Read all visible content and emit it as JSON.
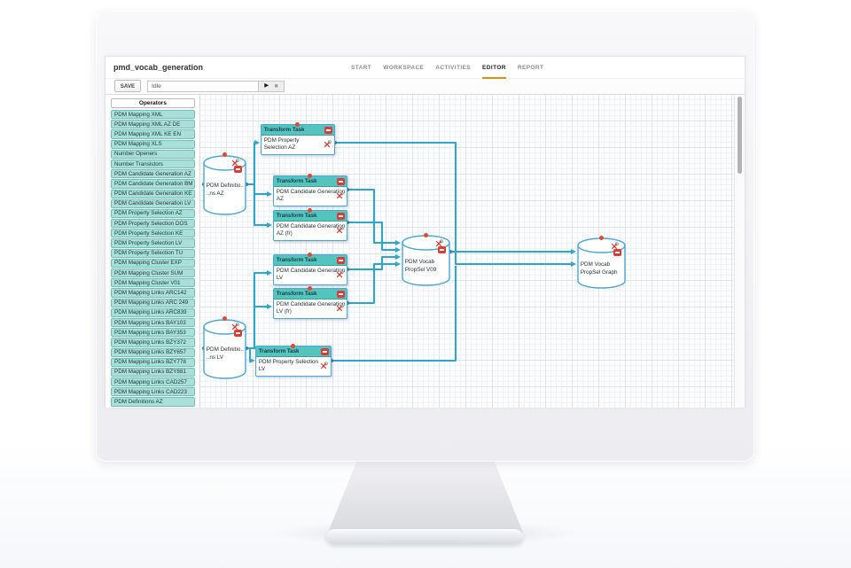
{
  "window": {
    "title": "pmd_vocab_generation",
    "tabs": [
      "START",
      "WORKSPACE",
      "ACTIVITIES",
      "EDITOR",
      "REPORT"
    ],
    "active_tab": "EDITOR"
  },
  "toolbar": {
    "save_label": "SAVE",
    "status_value": "Idle",
    "run_glyph": "▶",
    "stop_glyph": "■"
  },
  "sidebar": {
    "header": "Operators",
    "items": [
      "PDM Mapping XML",
      "PDM Mapping XML AZ DE",
      "PDM Mapping XML KE EN",
      "PDM Mapping XLS",
      "Number Openers",
      "Number Transistors",
      "PDM Candidate Generation AZ",
      "PDM Candidate Generation BM",
      "PDM Candidate Generation KE",
      "PDM Candidate Generation LV",
      "PDM Property Selection AZ",
      "PDM Property Selection DOS",
      "PDM Property Selection KE",
      "PDM Property Selection LV",
      "PDM Property Selection TU",
      "PDM Mapping Cluster EXP",
      "PDM Mapping Cluster SUM",
      "PDM Mapping Cluster V01",
      "PDM Mapping Links ARC142",
      "PDM Mapping Links ARC 249",
      "PDM Mapping Links ARC839",
      "PDM Mapping Links BAY103",
      "PDM Mapping Links BAY353",
      "PDM Mapping Links BZY372",
      "PDM Mapping Links BZY657",
      "PDM Mapping Links BZY778",
      "PDM Mapping Links BZY881",
      "PDM Mapping Links CAD257",
      "PDM Mapping Links CAD223",
      "PDM Definitions AZ"
    ]
  },
  "canvas": {
    "tasks": [
      {
        "header": "Transform Task",
        "line1": "PDM Property",
        "line2": "Selection AZ"
      },
      {
        "header": "Transform Task",
        "line1": "PDM Candidate Generation",
        "line2": "AZ"
      },
      {
        "header": "Transform Task",
        "line1": "PDM Candidate Generation",
        "line2": "AZ (fr)"
      },
      {
        "header": "Transform Task",
        "line1": "PDM Candidate Generation",
        "line2": "LV"
      },
      {
        "header": "Transform Task",
        "line1": "PDM Candidate Generation",
        "line2": "LV (fr)"
      },
      {
        "header": "Transform Task",
        "line1": "PDM Property Selection",
        "line2": "LV"
      }
    ],
    "datastores": [
      {
        "line1": "PDM Definitio..",
        "line2": "..ns AZ"
      },
      {
        "line1": "PDM Definitio..",
        "line2": "..ns LV"
      },
      {
        "line1": "PDM Vocab",
        "line2": "PropSel V09"
      },
      {
        "line1": "PDM Vocab",
        "line2": "PropSel Graph"
      }
    ]
  },
  "colors": {
    "task_header_teal": "#56c4be",
    "connector_cyan": "#2aa7cd",
    "node_border_blue": "#49a8d8",
    "remove_badge_red": "#df3b35",
    "status_dot_orange": "#e2492e",
    "active_tab_underline": "#ee8a18",
    "operator_pill_teal": "#a9ded9"
  }
}
